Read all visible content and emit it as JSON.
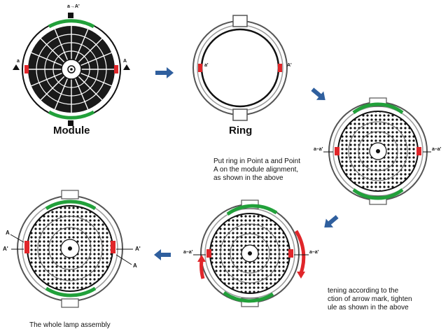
{
  "colors": {
    "arrow": "#2f5f9e",
    "mark_green": "#21a03a",
    "mark_red": "#e0262a",
    "line": "#222222",
    "ring_gray": "#9a9a9a"
  },
  "labels": {
    "module": "Module",
    "ring": "Ring",
    "step3_caption": [
      "Put ring in Point a and Point",
      "A on the module alignment,",
      "as shown in the above"
    ],
    "step4_caption": [
      "tening according to the",
      "ction of arrow mark, tighten",
      "ule as shown in the above"
    ],
    "step5_caption": "The whole lamp assembly"
  },
  "markers": {
    "a": "a",
    "A": "A",
    "a_prime": "a'",
    "A_prime": "A'",
    "a_to_A": "a→A'"
  },
  "icons": [
    "right-arrow-icon",
    "down-left-arrow-icon",
    "left-arrow-icon"
  ]
}
